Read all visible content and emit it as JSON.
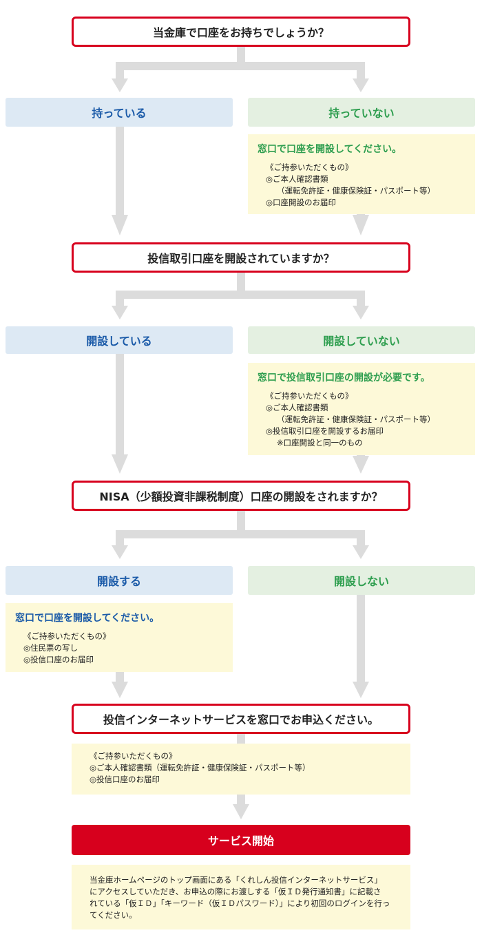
{
  "q1": {
    "question": "当金庫で口座をお持ちでしょうか？",
    "yes": "持っている",
    "no": "持っていない",
    "no_note": {
      "head": "窓口で口座を開設してください。",
      "lines": [
        "《ご持参いただくもの》",
        "◎ご本人確認書類",
        "（運転免許証・健康保険証・パスポート等）",
        "◎口座開設のお届印"
      ]
    }
  },
  "q2": {
    "question": "投信取引口座を開設されていますか？",
    "yes": "開設している",
    "no": "開設していない",
    "no_note": {
      "head": "窓口で投信取引口座の開設が必要です。",
      "lines": [
        "《ご持参いただくもの》",
        "◎ご本人確認書類",
        "（運転免許証・健康保険証・パスポート等）",
        "◎投信取引口座を開設するお届印",
        "※口座開設と同一のもの"
      ]
    }
  },
  "q3": {
    "question": "NISA（少額投資非課税制度）口座の開設をされますか？",
    "yes": "開設する",
    "no": "開設しない",
    "yes_note": {
      "head": "窓口で口座を開設してください。",
      "lines": [
        "《ご持参いただくもの》",
        "◎住民票の写し",
        "◎投信口座のお届印"
      ]
    }
  },
  "apply": {
    "question": "投信インターネットサービスを窓口でお申込ください。",
    "lines": [
      "《ご持参いただくもの》",
      "◎ご本人確認書類（運転免許証・健康保険証・パスポート等）",
      "◎投信口座のお届印"
    ]
  },
  "service": {
    "title": "サービス開始",
    "lines": [
      "当金庫ホームページのトップ画面にある「くれしん投信インターネットサービス」",
      "にアクセスしていただき、お申込の際にお渡しする「仮ＩＤ発行通知書」に記載さ",
      "れている「仮ＩＤ」「キーワード（仮ＩＤパスワード）」により初回のログインを行っ",
      "てください。"
    ]
  },
  "colors": {
    "red": "#d7001d",
    "blue_bg": "#dde9f4",
    "blue_text": "#1a5aa8",
    "green_bg": "#e4f0e1",
    "green_text": "#2e9e4f",
    "note_bg": "#fdf9d8",
    "connector": "#dcdcdc"
  }
}
